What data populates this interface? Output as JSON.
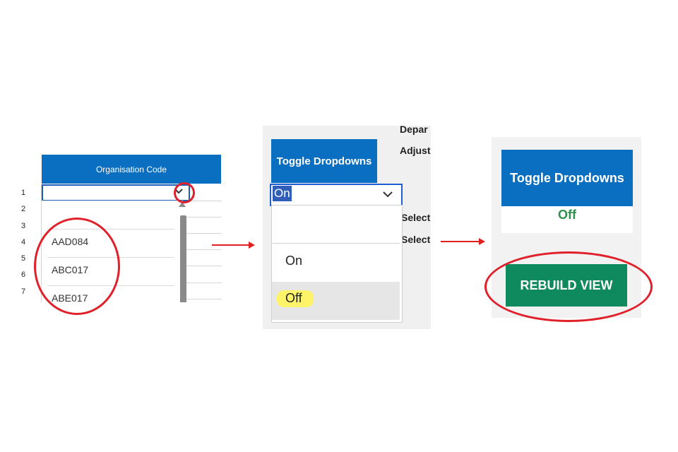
{
  "step1": {
    "column_header": "Organisation Code",
    "row_numbers": [
      "1",
      "2",
      "3",
      "4",
      "5",
      "6",
      "7"
    ],
    "dropdown_items": [
      "AAD084",
      "ABC017",
      "ABE017"
    ]
  },
  "step2": {
    "toggle_button_label": "Toggle Dropdowns",
    "side_labels": [
      "Depar",
      "Adjust",
      "Select",
      "Select"
    ],
    "selected_value": "On",
    "options": [
      "On",
      "Off"
    ],
    "highlight_color": "#fff36a"
  },
  "step3": {
    "toggle_button_label": "Toggle Dropdowns",
    "toggle_status": "Off",
    "rebuild_button_label": "REBUILD VIEW"
  },
  "colors": {
    "header_blue": "#0b6fc1",
    "status_green": "#2e8f4e",
    "rebuild_green": "#0e8a5e",
    "annotation_red": "#e02020"
  }
}
